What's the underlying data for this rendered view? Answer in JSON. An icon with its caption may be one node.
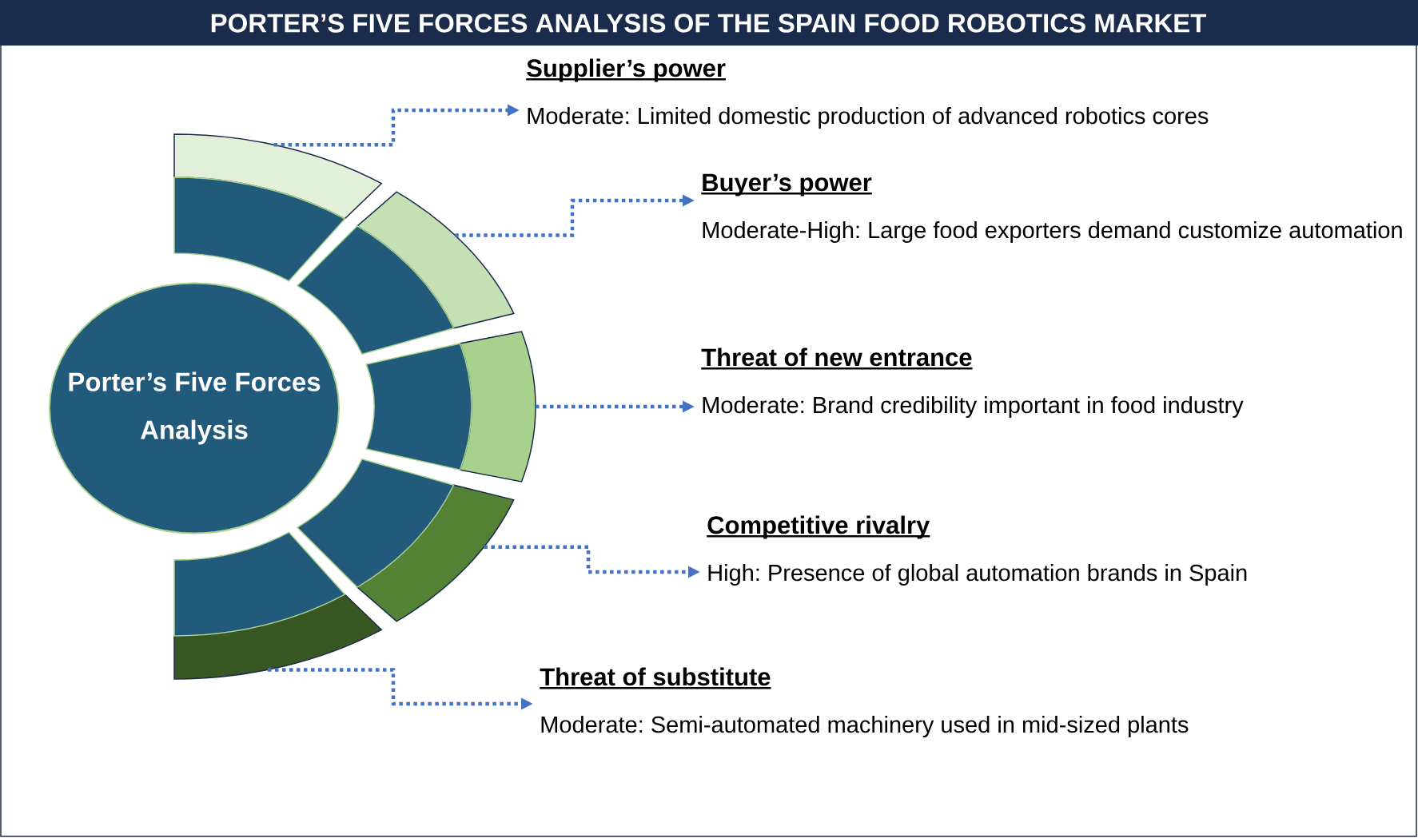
{
  "diagram": {
    "title": "PORTER’S FIVE FORCES ANALYSIS OF THE SPAIN FOOD ROBOTICS MARKET",
    "nodes": [
      {
        "text": [
          "Porter’s Five Forces Analysis"
        ]
      },
      {
        "text": [],
        "shape": "arc"
      },
      {
        "text": [],
        "shape": "arc"
      },
      {
        "text": [],
        "shape": "arc"
      },
      {
        "text": [],
        "shape": "arc"
      },
      {
        "text": [],
        "shape": "arc"
      },
      {
        "text": [
          "Supplier’s power",
          "Moderate: Limited domestic production of advanced robotics cores"
        ]
      },
      {
        "text": [
          "Buyer’s power",
          "Moderate-High: Large food exporters demand customize automation"
        ]
      },
      {
        "text": [
          "Threat of new entrance",
          "Moderate: Brand credibility important in food industry"
        ]
      },
      {
        "text": [
          "Competitive rivalry",
          "High: Presence of global automation brands in Spain"
        ]
      },
      {
        "text": [
          "Threat of substitute",
          "Moderate: Semi-automated machinery used in mid-sized plants"
        ]
      }
    ],
    "edges": [
      {
        "from": 1,
        "to": 6,
        "arrow": "to"
      },
      {
        "from": 2,
        "to": 7,
        "arrow": "to"
      },
      {
        "from": 3,
        "to": 8,
        "arrow": "to"
      },
      {
        "from": 4,
        "to": 9,
        "arrow": "to"
      },
      {
        "from": 5,
        "to": 10,
        "arrow": "to"
      }
    ]
  }
}
